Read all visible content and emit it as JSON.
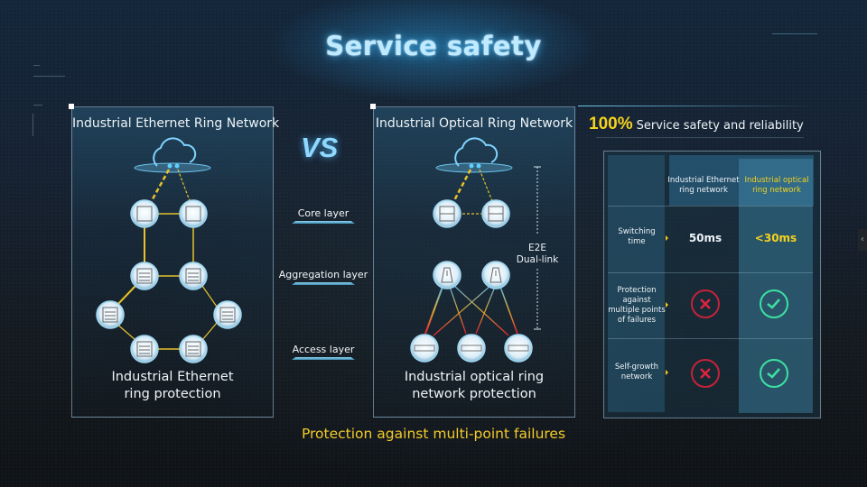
{
  "title": "Service safety",
  "vs_label": "VS",
  "left_panel": {
    "title": "Industrial Ethernet Ring Network",
    "caption_line1": "Industrial Ethernet",
    "caption_line2": "ring protection"
  },
  "right_panel": {
    "title": "Industrial Optical Ring Network",
    "caption_line1": "Industrial optical ring",
    "caption_line2": "network protection",
    "e2e_line1": "E2E",
    "e2e_line2": "Dual-link"
  },
  "layers": [
    {
      "label": "Core layer"
    },
    {
      "label": "Aggregation layer"
    },
    {
      "label": "Access layer"
    }
  ],
  "tagline": {
    "percent": "100%",
    "text": "Service safety and reliability"
  },
  "comparison_table": {
    "headers": [
      "",
      "Industrial Ethernet ring network",
      "Industrial optical ring network"
    ],
    "header_lines": {
      "col1": [
        "Industrial Ethernet",
        "ring network"
      ],
      "col2": [
        "Industrial optical",
        "ring network"
      ]
    },
    "rows": [
      {
        "label_lines": [
          "Switching",
          "time"
        ],
        "ethernet": "50ms",
        "optical": "<30ms"
      },
      {
        "label_lines": [
          "Protection",
          "against",
          "multiple points",
          "of failures"
        ],
        "ethernet": "no",
        "optical": "yes"
      },
      {
        "label_lines": [
          "Self-growth",
          "network"
        ],
        "ethernet": "no",
        "optical": "yes"
      }
    ]
  },
  "bottom_text": "Protection against multi-point failures",
  "colors": {
    "accent_yellow": "#f5d21d",
    "title_glow": "#46beff",
    "cross_red": "#e0233f",
    "check_green": "#3ee0a3"
  },
  "icons": {
    "cloud": "cloud-icon",
    "core_switch": "core-switch-icon",
    "ring_switch": "ethernet-switch-icon",
    "olt": "olt-icon",
    "ont": "ont-icon",
    "side_tab": "chevron-left-icon"
  },
  "side_tab_glyph": "‹"
}
